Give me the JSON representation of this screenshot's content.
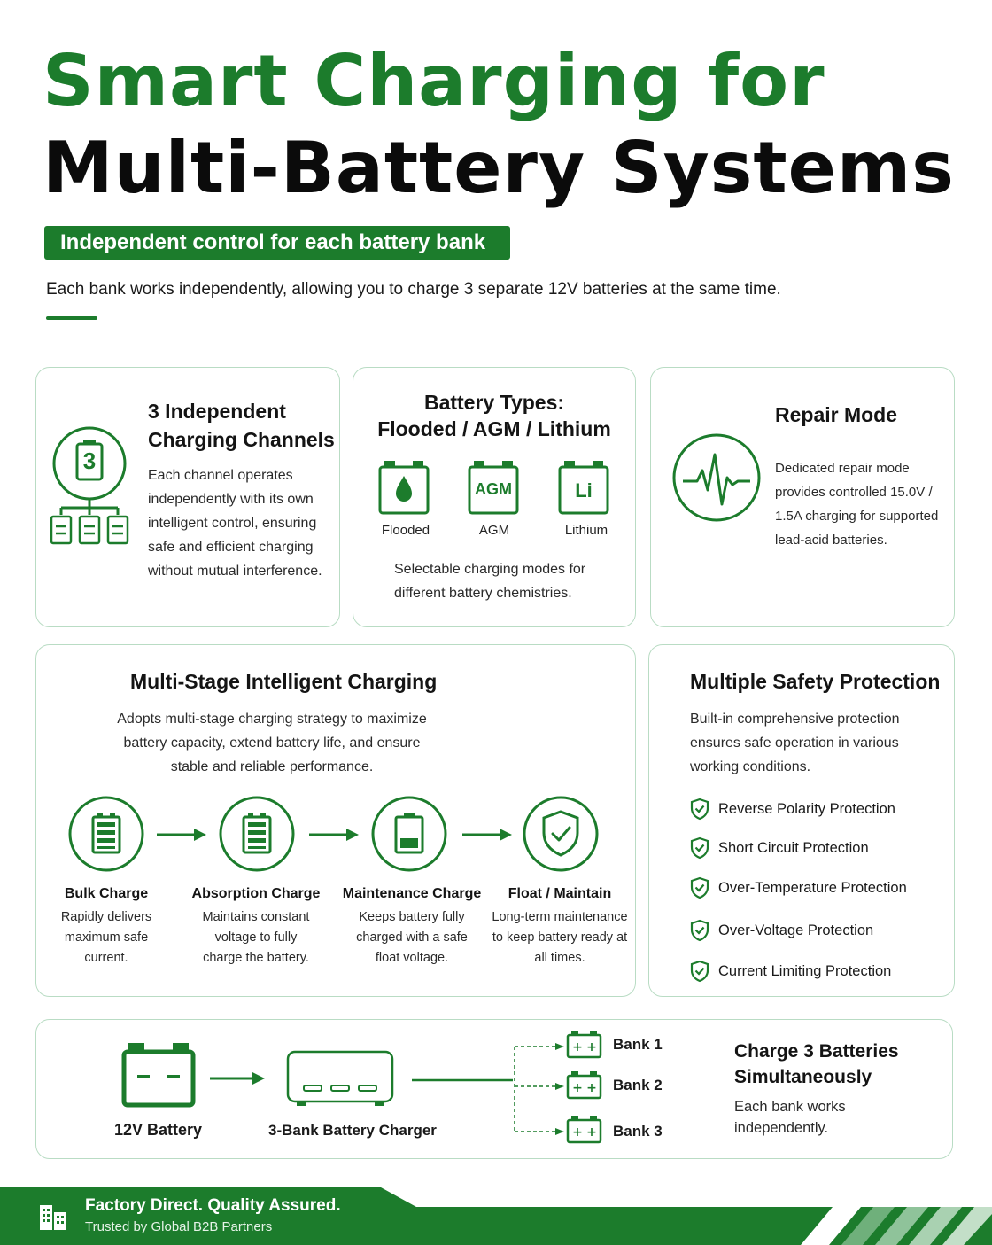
{
  "header": {
    "title_line1": "Smart Charging for",
    "title_line2": "Multi-Battery Systems",
    "tagline": "Independent control for each battery bank",
    "intro": "Each bank works independently, allowing you to charge 3 separate 12V batteries at the same time."
  },
  "channels": {
    "title_line1": "3 Independent",
    "title_line2": "Charging Channels",
    "badge": "3",
    "text": "Each channel operates independently with its own intelligent control, ensuring safe and efficient charging without mutual interference."
  },
  "types": {
    "title_line1": "Battery Types:",
    "title_line2": "Flooded / AGM / Lithium",
    "items": [
      {
        "label": "Flooded",
        "icon": "droplet-icon",
        "mark": ""
      },
      {
        "label": "AGM",
        "icon": "agm-battery-icon",
        "mark": "AGM"
      },
      {
        "label": "Lithium",
        "icon": "lithium-battery-icon",
        "mark": "Li"
      }
    ],
    "text": "Selectable charging modes for different battery chemistries."
  },
  "repair": {
    "title": "Repair Mode",
    "text": "Dedicated repair mode provides controlled 15.0V / 1.5A charging for supported lead-acid batteries."
  },
  "multistage": {
    "title": "Multi-Stage Intelligent Charging",
    "text": "Adopts multi-stage charging strategy to maximize battery capacity, extend battery life, and ensure stable and reliable performance.",
    "stages": [
      {
        "title": "Bulk Charge",
        "text": "Rapidly delivers maximum safe current."
      },
      {
        "title": "Absorption Charge",
        "text": "Maintains constant voltage to fully charge the battery."
      },
      {
        "title": "Maintenance Charge",
        "text": "Keeps battery fully charged with a safe float voltage."
      },
      {
        "title": "Float / Maintain",
        "text": "Long-term maintenance to keep battery ready at all times."
      }
    ]
  },
  "safety": {
    "title": "Multiple Safety Protection",
    "text": "Built-in comprehensive protection ensures safe operation in various working conditions.",
    "items": [
      "Reverse Polarity Protection",
      "Short Circuit Protection",
      "Over-Temperature Protection",
      "Over-Voltage Protection",
      "Current Limiting Protection"
    ]
  },
  "diagram": {
    "battery_label": "12V Battery",
    "charger_label": "3-Bank Battery Charger",
    "banks": [
      "Bank 1",
      "Bank 2",
      "Bank 3"
    ],
    "summary_title_line1": "Charge 3 Batteries",
    "summary_title_line2": "Simultaneously",
    "summary_text": "Each bank works independently."
  },
  "footer": {
    "title": "Factory Direct. Quality Assured.",
    "subtitle": "Trusted by Global B2B Partners"
  },
  "colors": {
    "brand_green": "#1c7c2c",
    "card_border": "#b9dcc4"
  }
}
